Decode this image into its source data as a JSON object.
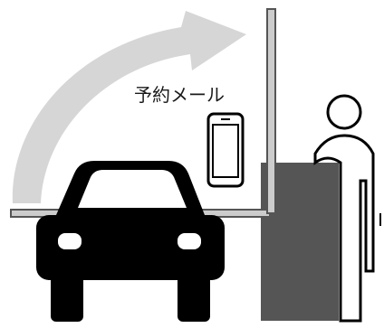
{
  "diagram": {
    "caption": "予約メール",
    "colors": {
      "arrow": "#d6d6d6",
      "gate_arm": "#cccccc",
      "gate_outline": "#555555",
      "booth": "#555555",
      "outline": "#000000",
      "background": "#ffffff"
    },
    "icons": [
      "curved-arrow",
      "car",
      "smartphone",
      "parking-gate",
      "ticket-booth",
      "attendant-person"
    ]
  }
}
